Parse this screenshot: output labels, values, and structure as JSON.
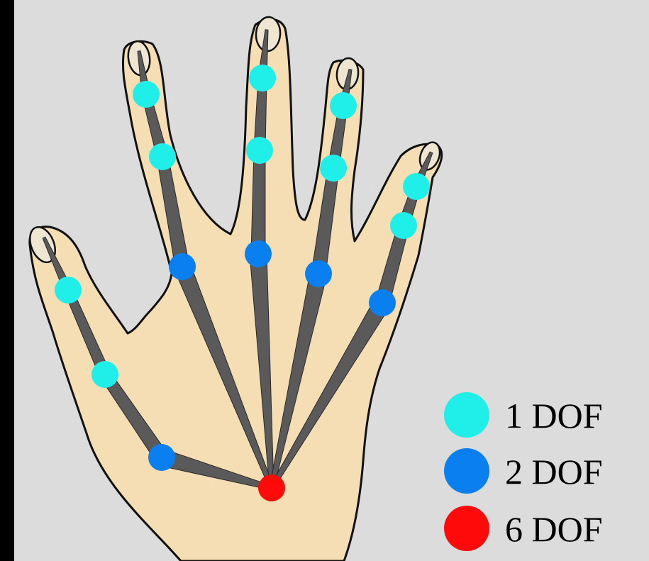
{
  "colors": {
    "background_frame": "#000000",
    "canvas": "#dcdcdc",
    "skin": "#f5deb3",
    "outline": "#111111",
    "bone": "#5a5a5a",
    "nail": "#efe6d2",
    "one_dof": "#1fefe8",
    "two_dof": "#0a7ff0",
    "six_dof": "#ff0a0a"
  },
  "legend": [
    {
      "label": "1 DOF",
      "color_key": "one_dof"
    },
    {
      "label": "2 DOF",
      "color_key": "two_dof"
    },
    {
      "label": "6 DOF",
      "color_key": "six_dof"
    }
  ],
  "joints": {
    "wrist": "six_dof",
    "fingers": [
      {
        "name": "thumb",
        "joint_types": [
          "two_dof",
          "one_dof",
          "one_dof"
        ]
      },
      {
        "name": "index",
        "joint_types": [
          "two_dof",
          "one_dof",
          "one_dof"
        ]
      },
      {
        "name": "middle",
        "joint_types": [
          "two_dof",
          "one_dof",
          "one_dof"
        ]
      },
      {
        "name": "ring",
        "joint_types": [
          "two_dof",
          "one_dof",
          "one_dof"
        ]
      },
      {
        "name": "little",
        "joint_types": [
          "two_dof",
          "one_dof",
          "one_dof"
        ]
      }
    ]
  }
}
